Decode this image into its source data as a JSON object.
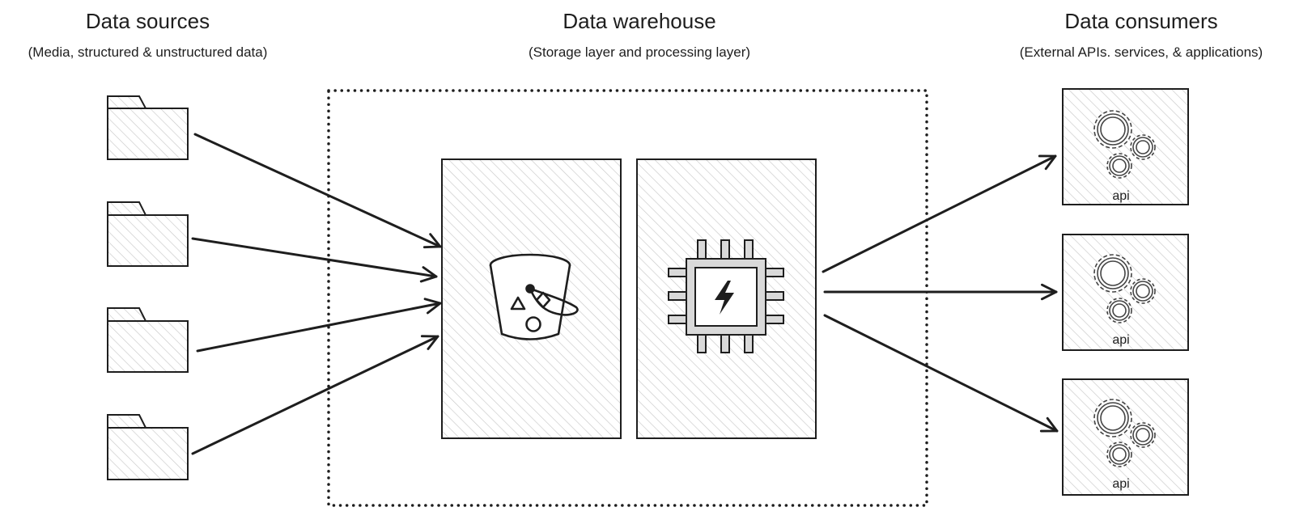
{
  "sources": {
    "title": "Data sources",
    "subtitle": "(Media, structured & unstructured data)",
    "items": [
      {
        "icon": "folder-icon"
      },
      {
        "icon": "folder-icon"
      },
      {
        "icon": "folder-icon"
      },
      {
        "icon": "folder-icon"
      }
    ]
  },
  "warehouse": {
    "title": "Data warehouse",
    "subtitle": "(Storage layer and processing layer)",
    "storage_icon": "bucket-icon",
    "processing_icon": "cpu-chip-icon"
  },
  "consumers": {
    "title": "Data consumers",
    "subtitle": "(External APIs. services, & applications)",
    "items": [
      {
        "label": "api",
        "icon": "gears-icon"
      },
      {
        "label": "api",
        "icon": "gears-icon"
      },
      {
        "label": "api",
        "icon": "gears-icon"
      }
    ]
  },
  "colors": {
    "stroke": "#1e1e1e",
    "hatch": "#c8c8c8",
    "chip_gray": "#d9d9d9"
  }
}
